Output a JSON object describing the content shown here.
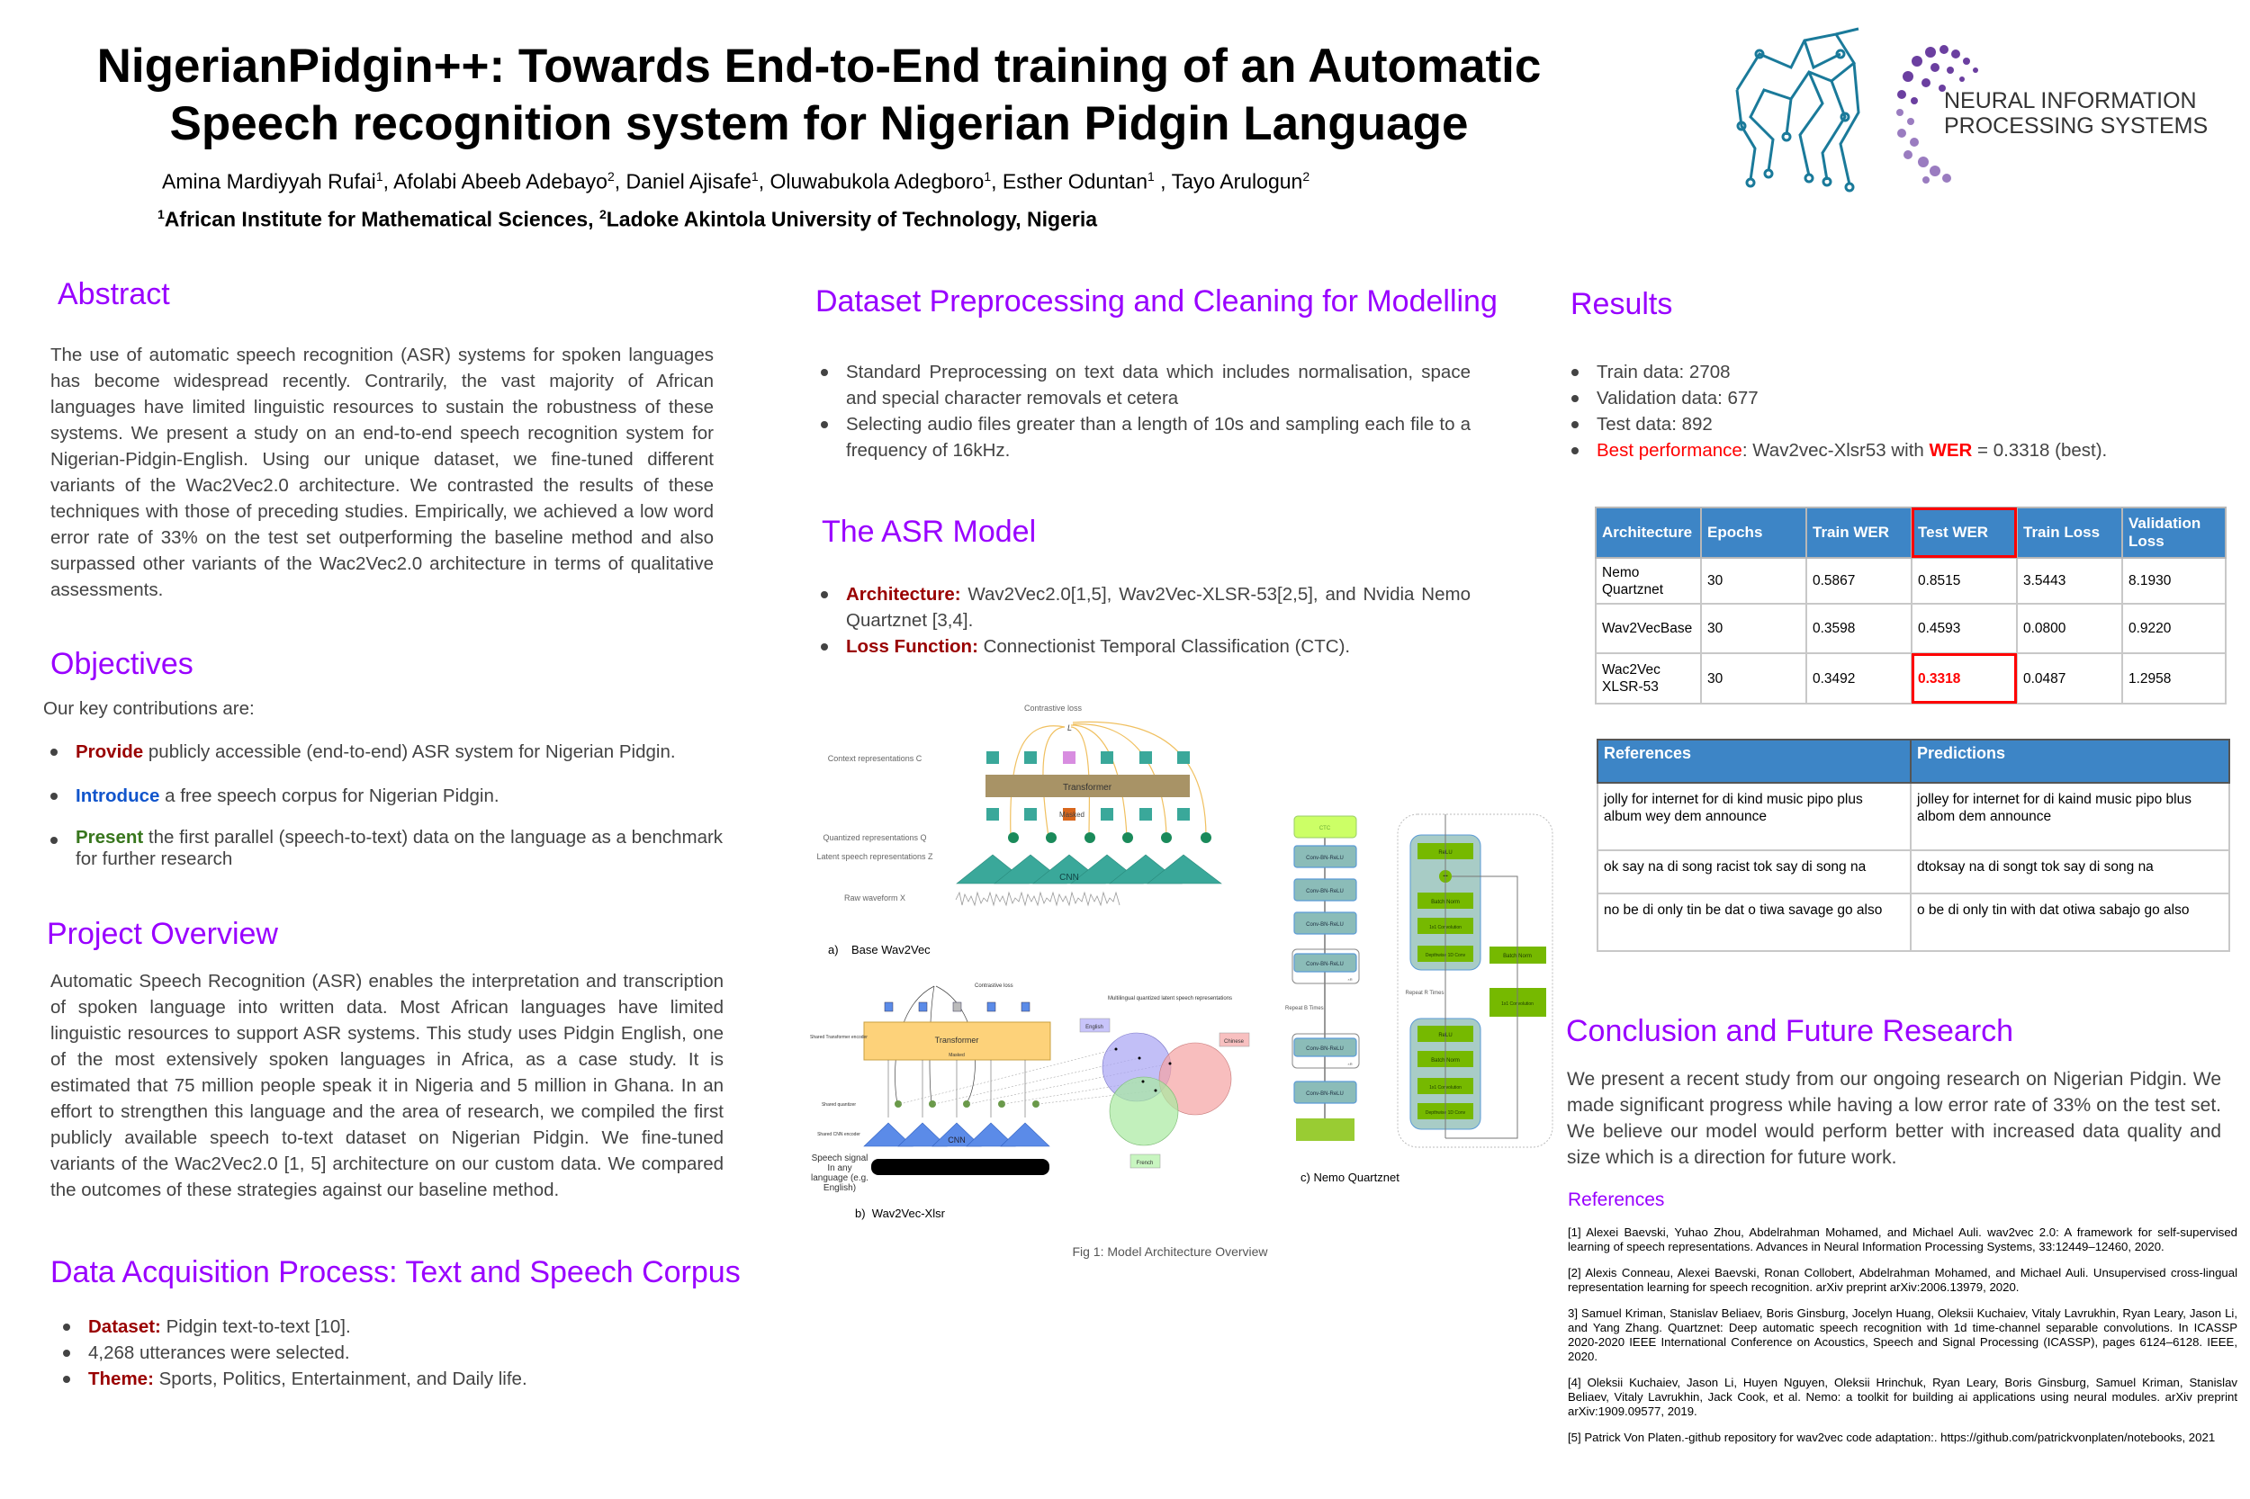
{
  "header": {
    "title_line1": "NigerianPidgin++: Towards End-to-End training of an Automatic",
    "title_line2": "Speech recognition system for Nigerian Pidgin Language",
    "authors": [
      {
        "name": "Amina Mardiyyah Rufai",
        "aff": "1"
      },
      {
        "name": "Afolabi Abeeb Adebayo",
        "aff": "2"
      },
      {
        "name": "Daniel Ajisafe",
        "aff": "1"
      },
      {
        "name": "Oluwabukola Adegboro",
        "aff": "1"
      },
      {
        "name": "Esther Oduntan",
        "aff": "1"
      },
      {
        "name": "Tayo Arulogun",
        "aff": "2"
      }
    ],
    "affiliations": [
      {
        "num": "1",
        "name": "African Institute for Mathematical Sciences, "
      },
      {
        "num": "2",
        "name": "Ladoke Akintola University of Technology, Nigeria"
      }
    ],
    "logo": {
      "line1": "NEURAL INFORMATION",
      "line2": "PROCESSING SYSTEMS",
      "teal": "#1a7a9a",
      "purple": "#6b3fa0"
    }
  },
  "colors": {
    "heading": "#9900ff",
    "keyword_red": "#990000",
    "keyword_blue": "#1155cc",
    "keyword_green": "#38761d",
    "highlight": "#ff0000",
    "table_header": "#3d85c6"
  },
  "abstract": {
    "heading": "Abstract",
    "text": "The use of automatic speech recognition (ASR) systems for spoken languages has become widespread recently. Contrarily, the vast majority of African languages have limited linguistic resources to sustain the robustness of these systems. We present a study on an end-to-end speech recognition system for Nigerian-Pidgin-English. Using our unique dataset, we fine-tuned different variants of the Wac2Vec2.0 architecture. We contrasted the results of these techniques with those of preceding studies. Empirically, we achieved a low word error rate of 33% on the test set outperforming the baseline method and also surpassed other variants of the Wac2Vec2.0 architecture in terms of qualitative assessments."
  },
  "objectives": {
    "heading": "Objectives",
    "intro": "Our key contributions are:",
    "items": [
      {
        "key": "Provide",
        "text": " publicly accessible (end-to-end) ASR system for Nigerian Pidgin."
      },
      {
        "key": "Introduce",
        "text": " a free speech corpus for Nigerian Pidgin."
      },
      {
        "key": "Present",
        "text": " the first parallel (speech-to-text) data on the language as a benchmark for further research"
      }
    ]
  },
  "overview": {
    "heading": "Project Overview",
    "text": "Automatic Speech Recognition (ASR) enables the interpretation and transcription of spoken language into written data. Most African languages have limited linguistic resources to support ASR systems. This study uses Pidgin English, one of the most extensively spoken languages in Africa, as a case study. It is estimated that 75 million people speak it in Nigeria and 5 million in Ghana. In an effort to strengthen this language and the area of research, we compiled the first publicly available speech to-text dataset on Nigerian Pidgin. We fine-tuned variants of the Wac2Vec2.0 [1, 5] architecture on our custom data. We compared the outcomes of these strategies against our baseline method."
  },
  "acquisition": {
    "heading": "Data Acquisition Process: Text and Speech Corpus",
    "items": [
      {
        "key": "Dataset:",
        "text": " Pidgin text-to-text [10]."
      },
      {
        "key": "",
        "text": "4,268 utterances were selected."
      },
      {
        "key": "Theme:",
        "text": " Sports, Politics, Entertainment, and Daily life."
      }
    ]
  },
  "preprocessing": {
    "heading": "Dataset Preprocessing and Cleaning for Modelling",
    "items": [
      "Standard Preprocessing on text data which includes normalisation, space and special character removals et cetera",
      "Selecting audio files greater than a length of 10s and sampling each file to a frequency of 16kHz."
    ]
  },
  "asr_model": {
    "heading": "The ASR Model",
    "items": [
      {
        "key": "Architecture:",
        "text": " Wav2Vec2.0[1,5], Wav2Vec-XLSR-53[2,5], and Nvidia Nemo Quartznet [3,4]."
      },
      {
        "key": "Loss Function:",
        "text": " Connectionist Temporal Classification (CTC)."
      }
    ]
  },
  "figure": {
    "caption": "Fig 1: Model Architecture Overview",
    "a": {
      "label": "a)    Base Wav2Vec",
      "contrastive_loss": "Contrastive loss",
      "loss_symbol": "L",
      "context": "Context representations C",
      "quantized": "Quantized representations Q",
      "latent": "Latent speech representations Z",
      "raw": "Raw waveform X",
      "transformer": "Transformer",
      "masked": "Masked",
      "cnn": "CNN"
    },
    "b": {
      "label": "b)  Wav2Vec-Xlsr",
      "contrastive_loss": "Contrastive loss",
      "multilingual": "Multilingual quantized latent speech representations",
      "shared_transformer": "Shared Transformer encoder",
      "shared_quantizer": "Shared quantizer",
      "shared_cnn": "Shared CNN encoder",
      "speech_signal": "Speech signal In any language (e.g. English)",
      "transformer": "Transformer",
      "masked": "Masked",
      "cnn": "CNN",
      "english": "English",
      "chinese": "Chinese",
      "french": "French"
    },
    "c": {
      "label": "c)  Nemo Quartznet",
      "ctc": "CTC",
      "conv_bn_relu": "Conv-BN-ReLU",
      "times_r": "×R",
      "repeat_b": "Repeat B Times",
      "repeat_r": "Repeat R Times",
      "relu": "ReLU",
      "batch_norm": "Batch Norm",
      "conv1x1": "1x1 Convolution",
      "depthwise": "Depthwise 1D Conv"
    }
  },
  "results": {
    "heading": "Results",
    "items": [
      "Train data: 2708",
      "Validation data: 677",
      "Test data: 892"
    ],
    "best": {
      "key": "Best performance",
      "mid": ": Wav2vec-Xlsr53 with ",
      "metric": "WER",
      "tail": " = 0.3318 (best)."
    },
    "table": {
      "headers": [
        "Architecture",
        "Epochs",
        "Train WER",
        "Test WER",
        "Train Loss",
        "Validation Loss"
      ],
      "rows": [
        [
          "Nemo Quartznet",
          "30",
          "0.5867",
          "0.8515",
          "3.5443",
          "8.1930"
        ],
        [
          "Wav2VecBase",
          "30",
          "0.3598",
          "0.4593",
          "0.0800",
          "0.9220"
        ],
        [
          "Wac2Vec XLSR-53",
          "30",
          "0.3492",
          "0.3318",
          "0.0487",
          "1.2958"
        ]
      ]
    },
    "predictions": {
      "headers": [
        "References",
        "Predictions"
      ],
      "rows": [
        [
          "jolly for internet for di kind music pipo plus album wey dem announce",
          "jolley for internet for di kaind music pipo blus albom dem announce"
        ],
        [
          "ok say na di song racist tok say di song na",
          "dtoksay na di songt tok say di song na"
        ],
        [
          "no be di only tin be dat o tiwa savage go also",
          "o be di only tin with dat otiwa sabajo go also"
        ]
      ]
    }
  },
  "conclusion": {
    "heading": "Conclusion and Future Research",
    "text": "We present a recent study from our ongoing research on Nigerian Pidgin. We made significant progress while having a low error rate of 33% on the test set. We believe our model would perform better with increased data quality and size which is a direction for future work."
  },
  "references": {
    "heading": "References",
    "items": [
      "[1] Alexei Baevski, Yuhao Zhou, Abdelrahman Mohamed, and Michael Auli. wav2vec 2.0: A framework for self-supervised learning of speech representations. Advances in Neural Information Processing Systems, 33:12449–12460, 2020.",
      "[2] Alexis Conneau, Alexei Baevski, Ronan Collobert, Abdelrahman Mohamed, and Michael Auli. Unsupervised cross-lingual representation learning for speech recognition. arXiv preprint arXiv:2006.13979, 2020.",
      "3] Samuel Kriman, Stanislav Beliaev, Boris Ginsburg, Jocelyn Huang, Oleksii Kuchaiev, Vitaly Lavrukhin, Ryan Leary, Jason Li, and Yang Zhang. Quartznet: Deep automatic speech recognition with 1d time-channel separable convolutions. In ICASSP 2020-2020 IEEE International Conference on Acoustics, Speech and Signal Processing (ICASSP), pages 6124–6128. IEEE, 2020.",
      "[4] Oleksii Kuchaiev, Jason Li, Huyen Nguyen, Oleksii Hrinchuk, Ryan Leary, Boris Ginsburg, Samuel Kriman, Stanislav Beliaev, Vitaly Lavrukhin, Jack Cook, et al. Nemo: a toolkit for building ai applications using neural modules. arXiv preprint arXiv:1909.09577, 2019.",
      "[5] Patrick Von Platen.-github repository for wav2vec code adaptation:. https://github.com/patrickvonplaten/notebooks, 2021"
    ]
  }
}
